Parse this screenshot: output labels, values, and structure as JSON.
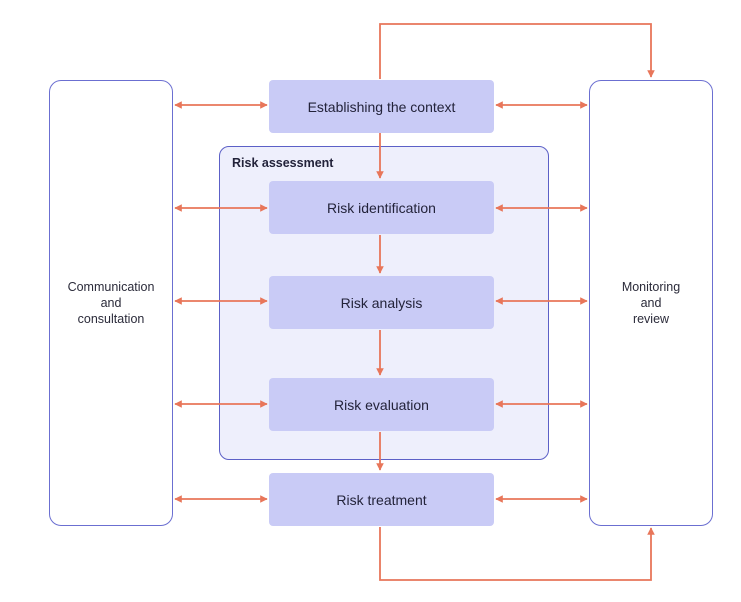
{
  "left_panel": {
    "label": "Communication\nand\nconsultation"
  },
  "right_panel": {
    "label": "Monitoring\nand\nreview"
  },
  "group": {
    "label": "Risk assessment"
  },
  "steps": [
    {
      "label": "Establishing the context"
    },
    {
      "label": "Risk identification"
    },
    {
      "label": "Risk analysis"
    },
    {
      "label": "Risk evaluation"
    },
    {
      "label": "Risk treatment"
    }
  ],
  "colors": {
    "arrow": "#e8765a",
    "step_fill": "#c9cbf6",
    "panel_border": "#6b6fd1",
    "group_fill": "#eeeffc"
  }
}
